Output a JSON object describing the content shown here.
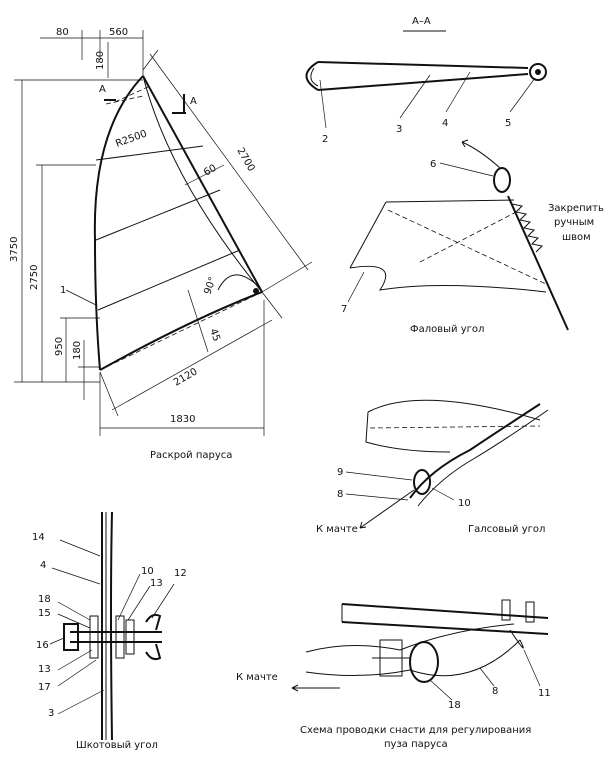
{
  "cut": {
    "dim_80": "80",
    "dim_560": "560",
    "dim_180_top": "180",
    "section_a": "A",
    "section_a_right": "A",
    "radius": "R2500",
    "dim_2700": "2700",
    "dim_60": "60",
    "dim_3750": "3750",
    "dim_2750": "2750",
    "angle_90": "90°",
    "marker_1": "1",
    "dim_45": "45",
    "dim_950": "950",
    "dim_180_bottom": "180",
    "dim_2120": "2120",
    "dim_1830": "1830",
    "caption": "Раскрой паруса"
  },
  "section": {
    "title": "A–A",
    "n2": "2",
    "n3": "3",
    "n4": "4",
    "n5": "5"
  },
  "head": {
    "n6": "6",
    "note_1": "Закрепить",
    "note_2": "ручным",
    "note_3": "швом",
    "n7": "7",
    "caption": "Фаловый угол"
  },
  "tack": {
    "n9": "9",
    "n8": "8",
    "n10": "10",
    "to_mast": "К мачте",
    "caption": "Галсовый угол"
  },
  "clew": {
    "n14": "14",
    "n4": "4",
    "n10": "10",
    "n13a": "13",
    "n12": "12",
    "n18": "18",
    "n15": "15",
    "n16": "16",
    "n13b": "13",
    "n17": "17",
    "n3": "3",
    "caption": "Шкотовый угол"
  },
  "rig": {
    "to_mast": "К мачте",
    "n18": "18",
    "n8": "8",
    "n11": "11",
    "caption_1": "Схема проводки снасти для регулирования",
    "caption_2": "пуза паруса"
  }
}
